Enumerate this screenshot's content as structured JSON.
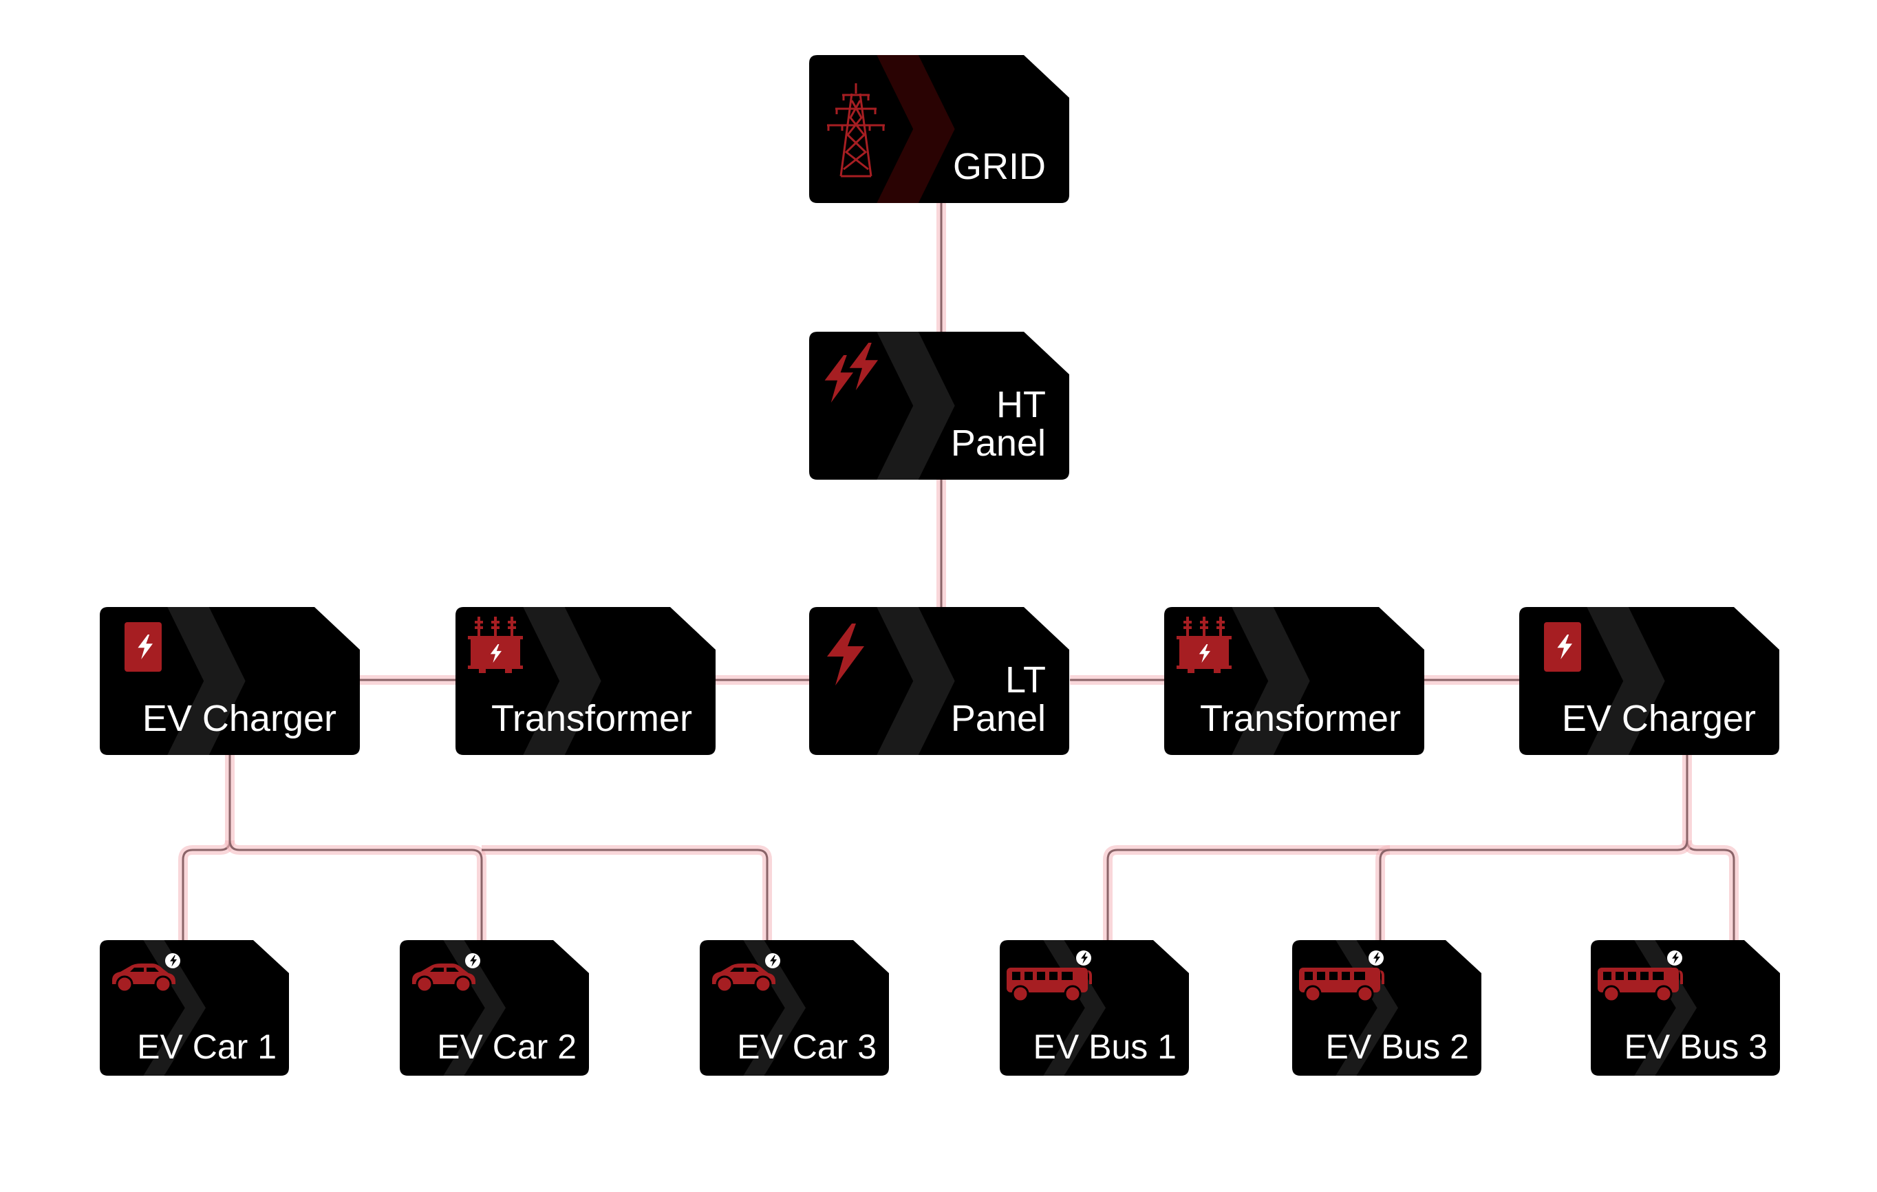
{
  "diagram": {
    "title": "EV charging power distribution",
    "colors": {
      "card_bg": "#000000",
      "chevron": "#1a1a1a",
      "chevron_grid": "#2a0303",
      "accent": "#a61e22",
      "text": "#ffffff",
      "wire": "#8a6468",
      "wire_glow": "#f4b6bb"
    },
    "nodes": [
      {
        "id": "grid",
        "label": "GRID",
        "icon": "transmission-tower-icon",
        "size": "lg",
        "chevron": "grid"
      },
      {
        "id": "ht-panel",
        "label": "HT\nPanel",
        "icon": "double-lightning-icon",
        "size": "lg"
      },
      {
        "id": "lt-panel",
        "label": "LT\nPanel",
        "icon": "lightning-icon",
        "size": "lg"
      },
      {
        "id": "transformer-left",
        "label": "Transformer",
        "icon": "transformer-icon",
        "size": "lg"
      },
      {
        "id": "transformer-right",
        "label": "Transformer",
        "icon": "transformer-icon",
        "size": "lg"
      },
      {
        "id": "ev-charger-left",
        "label": "EV Charger",
        "icon": "charger-icon",
        "size": "lg"
      },
      {
        "id": "ev-charger-right",
        "label": "EV Charger",
        "icon": "charger-icon",
        "size": "lg"
      },
      {
        "id": "ev-car-1",
        "label": "EV Car 1",
        "icon": "electric-car-icon",
        "size": "sm"
      },
      {
        "id": "ev-car-2",
        "label": "EV Car 2",
        "icon": "electric-car-icon",
        "size": "sm"
      },
      {
        "id": "ev-car-3",
        "label": "EV Car 3",
        "icon": "electric-car-icon",
        "size": "sm"
      },
      {
        "id": "ev-bus-1",
        "label": "EV Bus 1",
        "icon": "electric-bus-icon",
        "size": "sm"
      },
      {
        "id": "ev-bus-2",
        "label": "EV Bus 2",
        "icon": "electric-bus-icon",
        "size": "sm"
      },
      {
        "id": "ev-bus-3",
        "label": "EV Bus 3",
        "icon": "electric-bus-icon",
        "size": "sm"
      }
    ],
    "edges": [
      [
        "grid",
        "ht-panel"
      ],
      [
        "ht-panel",
        "lt-panel"
      ],
      [
        "lt-panel",
        "transformer-left"
      ],
      [
        "transformer-left",
        "ev-charger-left"
      ],
      [
        "lt-panel",
        "transformer-right"
      ],
      [
        "transformer-right",
        "ev-charger-right"
      ],
      [
        "ev-charger-left",
        "ev-car-1"
      ],
      [
        "ev-charger-left",
        "ev-car-2"
      ],
      [
        "ev-charger-left",
        "ev-car-3"
      ],
      [
        "ev-charger-right",
        "ev-bus-1"
      ],
      [
        "ev-charger-right",
        "ev-bus-2"
      ],
      [
        "ev-charger-right",
        "ev-bus-3"
      ]
    ]
  }
}
